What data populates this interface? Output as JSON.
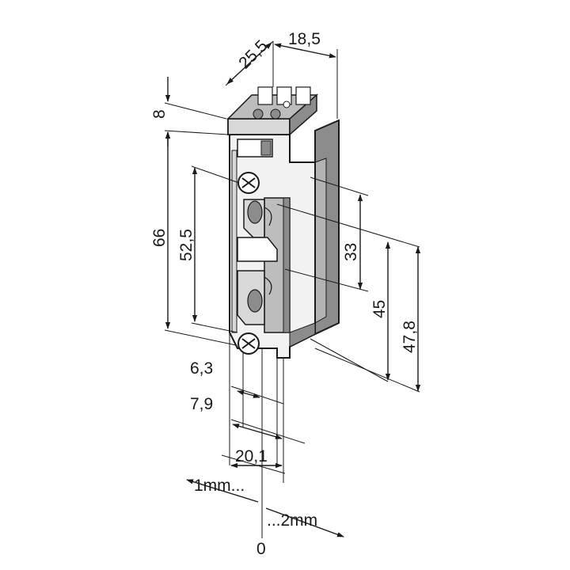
{
  "dimensions": {
    "d_25_5": "25,5",
    "d_18_5": "18,5",
    "d_8": "8",
    "d_66": "66",
    "d_52_5": "52,5",
    "d_33": "33",
    "d_45": "45",
    "d_47_8": "47,8",
    "d_6_3": "6,3",
    "d_7_9": "7,9",
    "d_20_1": "20,1"
  },
  "scale": {
    "left": "1mm...",
    "right": "...2mm",
    "zero": "0"
  },
  "colors": {
    "line": "#1a1a1a",
    "body_light": "#ffffff",
    "body_mid": "#d9d9d9",
    "body_dark": "#8c8c8c",
    "terminal": "#bdbdbd"
  }
}
